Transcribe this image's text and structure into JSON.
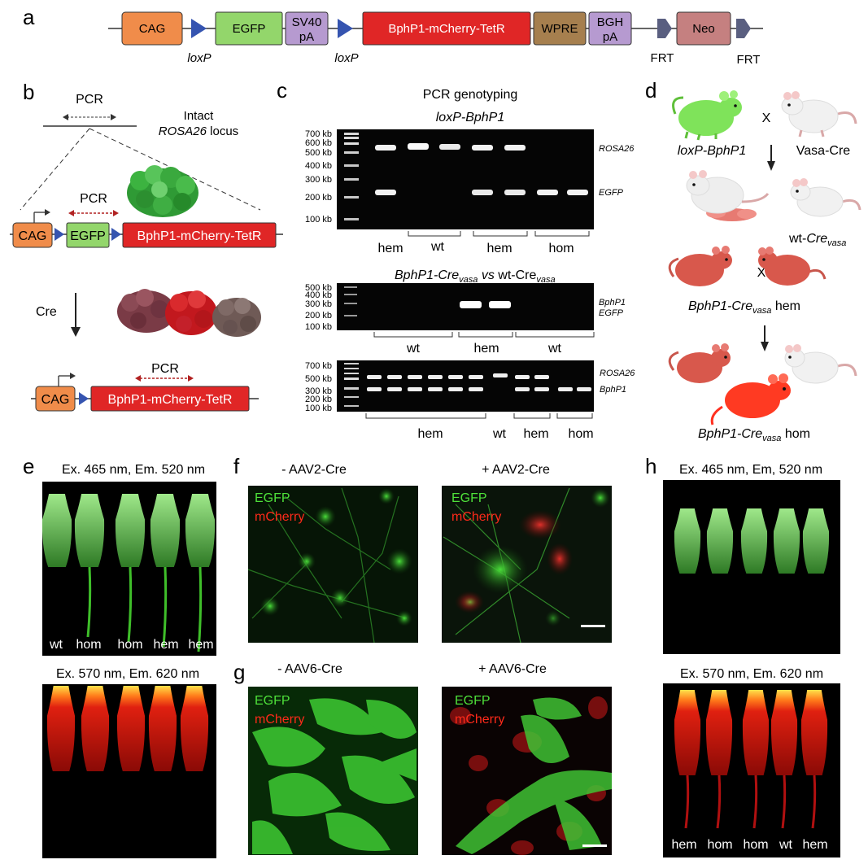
{
  "panel_letters": {
    "a": "a",
    "b": "b",
    "c": "c",
    "d": "d",
    "e": "e",
    "f": "f",
    "g": "g",
    "h": "h"
  },
  "panel_a": {
    "elements": [
      "CAG",
      "EGFP",
      "SV40",
      "pA",
      "BphP1-mCherry-TetR",
      "WPRE",
      "BGH",
      "pA",
      "Neo"
    ],
    "loxp_label": "loxP",
    "frt_label": "FRT"
  },
  "panel_b": {
    "pcr": "PCR",
    "intact_line1": "Intact",
    "intact_line2": "ROSA26",
    "intact_line2_suffix": " locus",
    "cag": "CAG",
    "egfp": "EGFP",
    "construct": "BphP1-mCherry-TetR",
    "cre": "Cre"
  },
  "panel_c": {
    "title": "PCR genotyping",
    "gel1_title": "loxP-BphP1",
    "gel1_ladder": [
      "700 kb",
      "600 kb",
      "500 kb",
      "400 kb",
      "300 kb",
      "200 kb",
      "100 kb"
    ],
    "gel1_bands": [
      "ROSA26",
      "EGFP"
    ],
    "gel1_groups": [
      "hem",
      "wt",
      "hem",
      "hom"
    ],
    "gel2_title_a": "BphP1-Cre",
    "gel2_title_sub": "vasa",
    "gel2_title_vs": " vs ",
    "gel2_title_b": "wt-Cre",
    "gel2_ladder": [
      "500 kb",
      "400 kb",
      "300 kb",
      "200 kb",
      "100 kb"
    ],
    "gel2_bands": [
      "BphP1",
      "EGFP"
    ],
    "gel2_groups": [
      "wt",
      "hem",
      "wt"
    ],
    "gel3_ladder": [
      "700 kb",
      "500 kb",
      "300 kb",
      "200 kb",
      "100 kb"
    ],
    "gel3_bands": [
      "ROSA26",
      "BphP1"
    ],
    "gel3_groups": [
      "hem",
      "wt",
      "hem",
      "hom"
    ]
  },
  "panel_d": {
    "cross": "X",
    "parent1": "loxP-BphP1",
    "parent2": "Vasa-Cre",
    "offspring2_prefix": "wt-",
    "offspring2_italic": "Cre",
    "offspring2_sub": "vasa",
    "hem_label_a": "BphP1-Cre",
    "hem_label_sub": "vasa",
    "hem_label_b": " hem",
    "hom_label_b": " hom"
  },
  "panel_e": {
    "top_caption": "Ex. 465 nm, Em. 520 nm",
    "bottom_caption": "Ex. 570 nm, Em. 620 nm",
    "mouse_labels": [
      "wt",
      "hom",
      "hom",
      "hem",
      "hem"
    ]
  },
  "panel_f": {
    "left_caption": "- AAV2-Cre",
    "right_caption": "+ AAV2-Cre",
    "legend_green": "EGFP",
    "legend_red": "mCherry"
  },
  "panel_g": {
    "left_caption": "- AAV6-Cre",
    "right_caption": "+ AAV6-Cre",
    "legend_green": "EGFP",
    "legend_red": "mCherry"
  },
  "panel_h": {
    "top_caption": "Ex. 465 nm, Em, 520 nm",
    "bottom_caption": "Ex. 570 nm, Em. 620 nm",
    "mouse_labels": [
      "hem",
      "hom",
      "hom",
      "wt",
      "hem"
    ]
  },
  "colors": {
    "cag": "#F08C4A",
    "egfp": "#93D66B",
    "pa": "#B69AD0",
    "construct": "#E02626",
    "wpre": "#A67F4E",
    "neo": "#C58080",
    "loxp": "#3554B0",
    "frt": "#5A5F80",
    "green_mouse": "#7FE35A",
    "red_mouse": "#D8584C"
  }
}
